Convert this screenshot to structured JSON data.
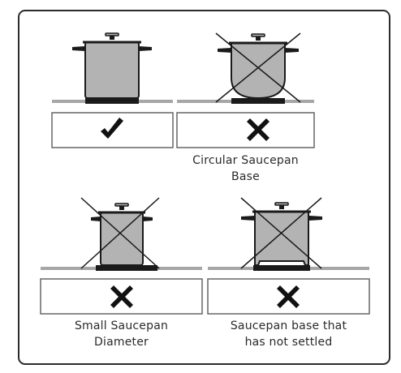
{
  "colors": {
    "pot_fill": "#b3b3b3",
    "outline": "#1a1a1a",
    "hob_line": "#a6a6a6",
    "mark": "#111111",
    "box_border": "#666666",
    "frame_border": "#2b2b2b"
  },
  "panels": [
    {
      "id": "correct",
      "mark": "checkmark-icon",
      "caption": []
    },
    {
      "id": "circular-base",
      "mark": "cross-icon",
      "caption": [
        "Circular Saucepan",
        "Base"
      ]
    },
    {
      "id": "small-diameter",
      "mark": "cross-icon",
      "caption": [
        "Small Saucepan",
        "Diameter"
      ]
    },
    {
      "id": "unsettled-base",
      "mark": "cross-icon",
      "caption": [
        "Saucepan base that",
        "has not settled"
      ]
    }
  ]
}
